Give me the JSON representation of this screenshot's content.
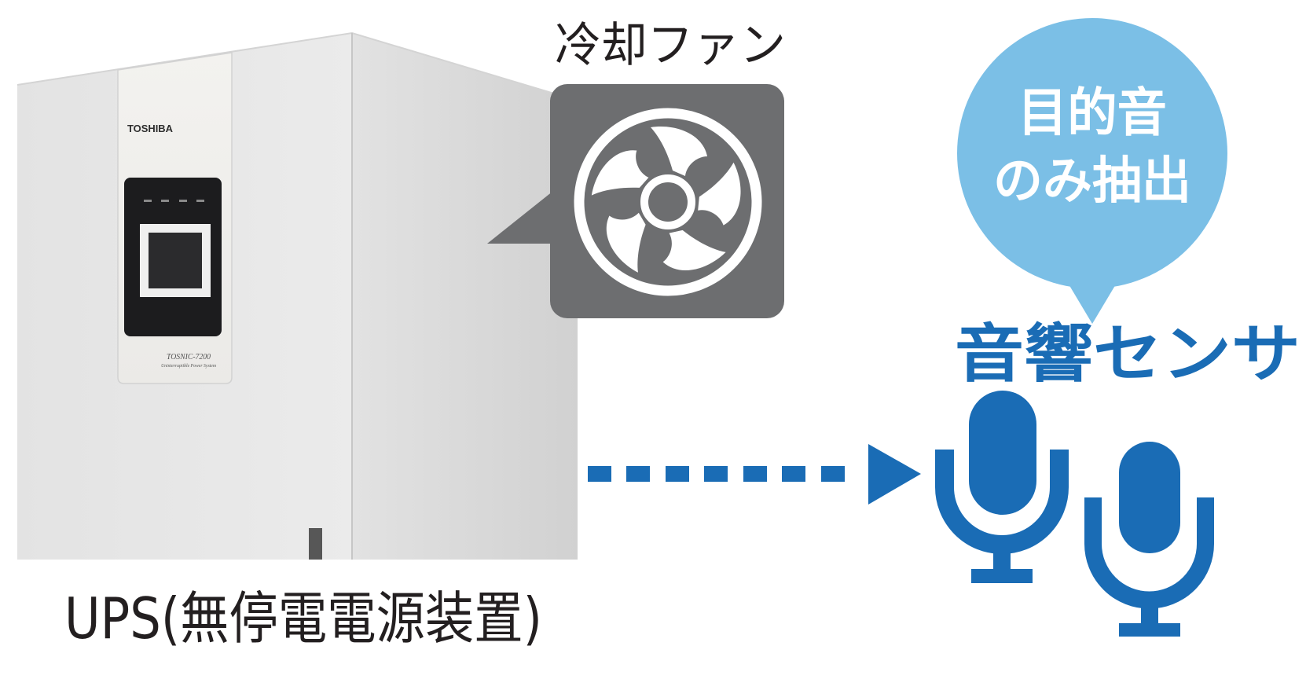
{
  "ups": {
    "brand": "TOSHIBA",
    "model": "TOSNIC-7200",
    "model_subtitle": "Uninterruptible Power System",
    "label": "UPS(無停電電源装置)"
  },
  "fan_callout": {
    "label": "冷却ファン",
    "icon": "fan-icon"
  },
  "bubble": {
    "line1": "目的音",
    "line2": "のみ抽出"
  },
  "arrow": {
    "icon": "arrow-right-icon"
  },
  "sensor": {
    "label": "音響センサ",
    "icons": [
      "microphone-icon",
      "microphone-icon"
    ]
  },
  "colors": {
    "accent_blue": "#1a6cb5",
    "bubble_blue": "#7bbfe6",
    "callout_gray": "#6d6e70",
    "text_dark": "#231f20"
  }
}
